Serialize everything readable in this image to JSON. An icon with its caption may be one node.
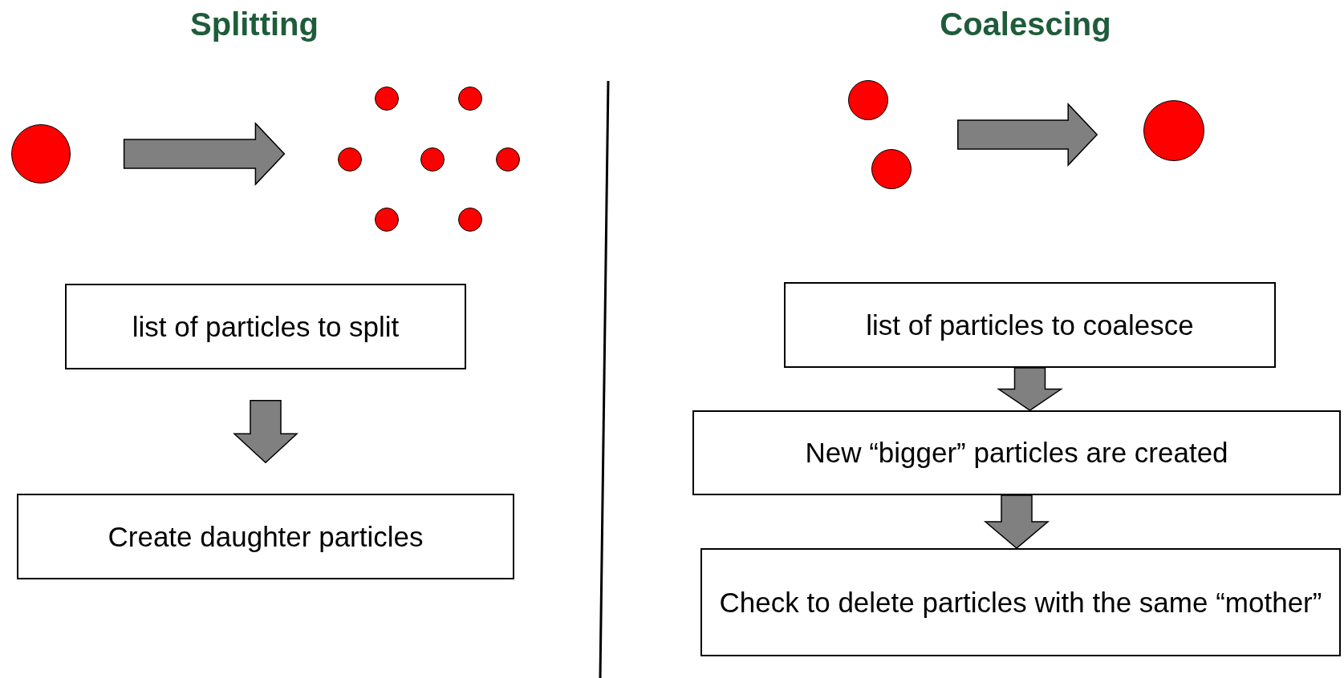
{
  "diagram": {
    "nodes": [
      {
        "text": [],
        "shape": "circle"
      },
      {
        "text": [],
        "shape": "circle"
      },
      {
        "text": [],
        "shape": "circle"
      },
      {
        "text": [],
        "shape": "circle"
      },
      {
        "text": [],
        "shape": "circle"
      },
      {
        "text": [],
        "shape": "circle"
      },
      {
        "text": [],
        "shape": "circle"
      },
      {
        "text": [],
        "shape": "circle"
      },
      {
        "text": [
          "list of particles to split"
        ]
      },
      {
        "text": [
          "Create daughter particles"
        ]
      },
      {
        "text": [],
        "shape": "circle"
      },
      {
        "text": [],
        "shape": "circle"
      },
      {
        "text": [],
        "shape": "circle"
      },
      {
        "text": [
          "list of particles to coalesce"
        ]
      },
      {
        "text": [
          "New “bigger” particles are created"
        ]
      },
      {
        "text": [
          "Check to delete particles with the same “mother”"
        ]
      }
    ],
    "edges": [
      {
        "from": 0,
        "to": 3,
        "arrow": "to"
      },
      {
        "from": 8,
        "to": 9,
        "arrow": "to"
      },
      {
        "from": 10,
        "to": 12,
        "arrow": "to"
      },
      {
        "from": 11,
        "to": 12,
        "arrow": "to"
      },
      {
        "from": 13,
        "to": 14,
        "arrow": "to"
      },
      {
        "from": 14,
        "to": 15,
        "arrow": "to"
      }
    ],
    "labels": [
      "Splitting",
      "Coalescing"
    ]
  }
}
